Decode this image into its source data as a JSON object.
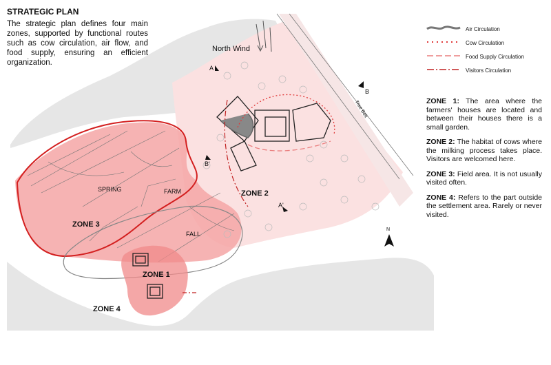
{
  "title": "STRATEGIC PLAN",
  "intro": "The strategic plan defines four main zones, supported by functional routes such as cow circulation, air flow, and food supply, ensuring an efficient organization.",
  "legend": [
    {
      "label": "Air Circulation",
      "icon": "air-circulation-swoosh",
      "color": "#777777"
    },
    {
      "label": "Cow Circulation",
      "icon": "dotted-red-line",
      "color": "#e03a3a"
    },
    {
      "label": "Food Supply Circulation",
      "icon": "dashed-red-line",
      "color": "#ea7f7f"
    },
    {
      "label": "Visitors Circulation",
      "icon": "dash-dot-red-line",
      "color": "#c02020"
    }
  ],
  "zones": [
    {
      "label": "ZONE 1:",
      "text": "The area where the farmers' houses are located and between their houses there is a small garden."
    },
    {
      "label": "ZONE 2:",
      "text": "The habitat of cows where the milking process takes place. Visitors are welcomed here."
    },
    {
      "label": "ZONE 3:",
      "text": "Field area. It is not usually visited often."
    },
    {
      "label": "ZONE 4:",
      "text": "Refers to the part outside the settlement area. Rarely or never visited."
    }
  ],
  "map_labels": {
    "north_wind": "North Wind",
    "spring": "SPRING",
    "farm": "FARM",
    "fall": "FALL",
    "zone1": "ZONE 1",
    "zone2": "ZONE 2",
    "zone3": "ZONE 3",
    "zone4": "ZONE 4",
    "section_a_top": "A",
    "section_a_bottom": "A'",
    "section_b_top": "B",
    "section_b_bottom": "B'",
    "road": "Tree Belt",
    "north_arrow": "N"
  },
  "colors": {
    "zone_fill": "#f4a6a6",
    "zone_outline": "#d31f1f",
    "light_pink": "#fbe1e1",
    "grey_area": "#e6e6e6"
  }
}
